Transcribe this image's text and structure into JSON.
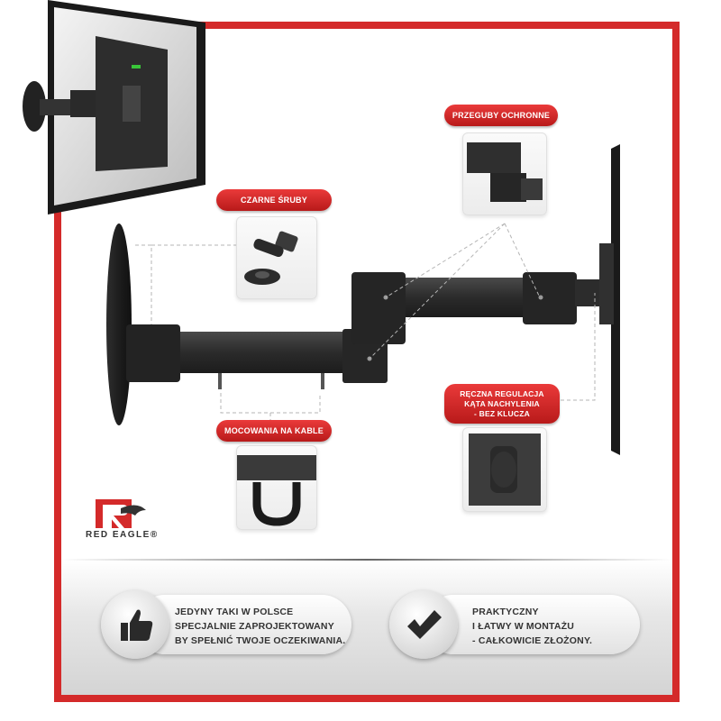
{
  "labels": {
    "black_screws": "CZARNE ŚRUBY",
    "protective_joints": "PRZEGUBY OCHRONNE",
    "cable_mounts": "MOCOWANIA NA KABLE",
    "tilt_line1": "RĘCZNA REGULACJA",
    "tilt_line2": "KĄTA NACHYLENIA",
    "tilt_line3": "- BEZ KLUCZA"
  },
  "brand": {
    "name": "RED EAGLE®",
    "color": "#d42a2a"
  },
  "features": [
    {
      "icon": "thumbs-up-icon",
      "lines": [
        "JEDYNY TAKI W POLSCE",
        "SPECJALNIE ZAPROJEKTOWANY",
        "BY SPEŁNIĆ TWOJE OCZEKIWANIA."
      ]
    },
    {
      "icon": "checkmark-icon",
      "lines": [
        "PRAKTYCZNY",
        "I ŁATWY W MONTAŻU",
        "- CAŁKOWICIE ZŁOŻONY."
      ]
    }
  ],
  "colors": {
    "frame": "#d42a2a",
    "metal": "#2b2b2b"
  }
}
